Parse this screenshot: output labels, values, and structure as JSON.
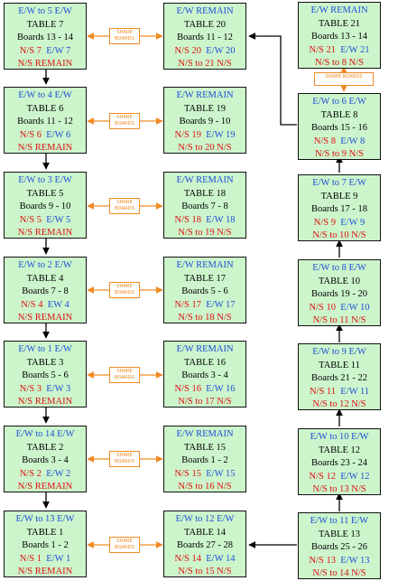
{
  "share_boards_label": "SHARE BOARDS",
  "colors": {
    "box_fill": "#ccf5cc",
    "move_text": "#1f4fd6",
    "stay_text": "#e01010",
    "share_arrow": "#f08a24",
    "flow_arrow": "#000000"
  },
  "tables": {
    "t1": {
      "move": "E/W to 13 E/W",
      "title": "TABLE 1",
      "boards": "Boards 1 - 2",
      "ns": "N/S 1",
      "ew": "E/W 1",
      "next": "N/S REMAIN"
    },
    "t2": {
      "move": "E/W to 14 E/W",
      "title": "TABLE 2",
      "boards": "Boards 3 - 4",
      "ns": "N/S 2",
      "ew": "E/W 2",
      "next": "N/S REMAIN"
    },
    "t3": {
      "move": "E/W to 1 E/W",
      "title": "TABLE 3",
      "boards": "Boards 5 - 6",
      "ns": "N/S 3",
      "ew": "E/W 3",
      "next": "N/S REMAIN"
    },
    "t4": {
      "move": "E/W to 2 E/W",
      "title": "TABLE 4",
      "boards": "Boards 7 - 8",
      "ns": "N/S 4",
      "ew": "EW 4",
      "next": "N/S REMAIN"
    },
    "t5": {
      "move": "E/W to 3 E/W",
      "title": "TABLE 5",
      "boards": "Boards 9 - 10",
      "ns": "N/S 5",
      "ew": "E/W 5",
      "next": "N/S REMAIN"
    },
    "t6": {
      "move": "E/W to 4 E/W",
      "title": "TABLE 6",
      "boards": "Boards 11 - 12",
      "ns": "N/S 6",
      "ew": "E/W 6",
      "next": "N/S REMAIN"
    },
    "t7": {
      "move": "E/W to 5 E/W",
      "title": "TABLE 7",
      "boards": "Boards 13 - 14",
      "ns": "N/S 7",
      "ew": "E/W 7",
      "next": "N/S REMAIN"
    },
    "t8": {
      "move": "E/W to 6 E/W",
      "title": "TABLE 8",
      "boards": "Boards 15 - 16",
      "ns": "N/S 8",
      "ew": "E/W 8",
      "next": "N/S to 9 N/S"
    },
    "t9": {
      "move": "E/W to 7 E/W",
      "title": "TABLE 9",
      "boards": "Boards 17 - 18",
      "ns": "N/S 9",
      "ew": "E/W 9",
      "next": "N/S to 10 N/S"
    },
    "t10": {
      "move": "E/W to 8 E/W",
      "title": "TABLE 10",
      "boards": "Boards 19 - 20",
      "ns": "N/S 10",
      "ew": "E/W 10",
      "next": "N/S to 11 N/S"
    },
    "t11": {
      "move": "E/W to 9 E/W",
      "title": "TABLE 11",
      "boards": "Boards 21 - 22",
      "ns": "N/S 11",
      "ew": "E/W 11",
      "next": "N/S to 12 N/S"
    },
    "t12": {
      "move": "E/W to 10 E/W",
      "title": "TABLE 12",
      "boards": "Boards 23 - 24",
      "ns": "N/S 12",
      "ew": "E/W 12",
      "next": "N/S to 13 N/S"
    },
    "t13": {
      "move": "E/W to 11 E/W",
      "title": "TABLE 13",
      "boards": "Boards 25 - 26",
      "ns": "N/S 13",
      "ew": "E/W 13",
      "next": "N/S to 14 N/S"
    },
    "t14": {
      "move": "E/W to 12 E/W",
      "title": "TABLE 14",
      "boards": "Boards 27 - 28",
      "ns": "N/S 14",
      "ew": "E/W 14",
      "next": "N/S to 15 N/S"
    },
    "t15": {
      "move": "E/W REMAIN",
      "title": "TABLE 15",
      "boards": "Boards 1 - 2",
      "ns": "N/S 15",
      "ew": "E/W 15",
      "next": "N/S to 16 N/S"
    },
    "t16": {
      "move": "E/W REMAIN",
      "title": "TABLE 16",
      "boards": "Boards 3 - 4",
      "ns": "N/S 16",
      "ew": "E/W 16",
      "next": "N/S to 17 N/S"
    },
    "t17": {
      "move": "E/W REMAIN",
      "title": "TABLE 17",
      "boards": "Boards 5 - 6",
      "ns": "N/S 17",
      "ew": "E/W 17",
      "next": "N/S to 18 N/S"
    },
    "t18": {
      "move": "E/W REMAIN",
      "title": "TABLE 18",
      "boards": "Boards 7 - 8",
      "ns": "N/S 18",
      "ew": "E/W 18",
      "next": "N/S to 19 N/S"
    },
    "t19": {
      "move": "E/W REMAIN",
      "title": "TABLE 19",
      "boards": "Boards 9 - 10",
      "ns": "N/S 19",
      "ew": "E/W 19",
      "next": "N/S to 20 N/S"
    },
    "t20": {
      "move": "E/W REMAIN",
      "title": "TABLE 20",
      "boards": "Boards 11 - 12",
      "ns": "N/S 20",
      "ew": "E/W 20",
      "next": "N/S to 21 N/S"
    },
    "t21": {
      "move": "E/W REMAIN",
      "title": "TABLE 21",
      "boards": "Boards 13 - 14",
      "ns": "N/S 21",
      "ew": "E/W 21",
      "next": "N/S to 8 N/S"
    }
  }
}
